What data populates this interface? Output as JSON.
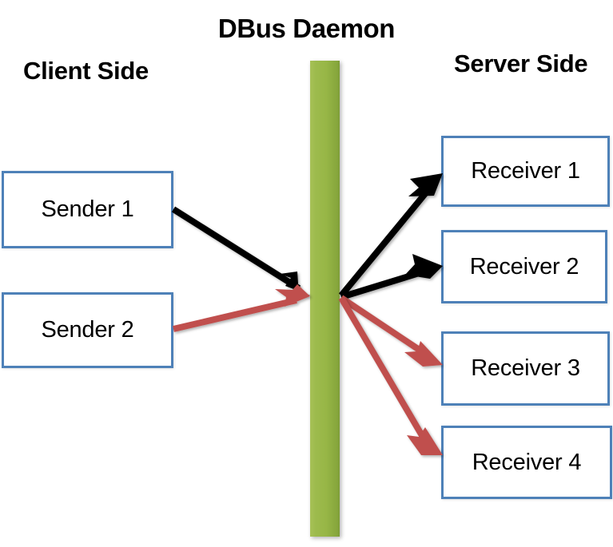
{
  "diagram": {
    "title": "DBus Daemon",
    "side_labels": {
      "client": "Client Side",
      "server": "Server Side"
    },
    "bus": {
      "name": "DBus Daemon",
      "color": "#9bbb4f"
    },
    "colors": {
      "box_border": "#4e81b8",
      "box_fill": "#ffffff",
      "bus_green": "#9bbb4f",
      "arrow_black": "#000000",
      "arrow_red": "#c0504d",
      "text": "#000000",
      "background": "#ffffff"
    },
    "senders": [
      {
        "id": "sender-1",
        "label": "Sender 1"
      },
      {
        "id": "sender-2",
        "label": "Sender 2"
      }
    ],
    "receivers": [
      {
        "id": "receiver-1",
        "label": "Receiver 1"
      },
      {
        "id": "receiver-2",
        "label": "Receiver 2"
      },
      {
        "id": "receiver-3",
        "label": "Receiver 3"
      },
      {
        "id": "receiver-4",
        "label": "Receiver 4"
      }
    ],
    "connections": [
      {
        "id": "sender-1-to-bus",
        "from": "Sender 1",
        "to": "DBus Daemon",
        "color": "#000000"
      },
      {
        "id": "sender-2-to-bus",
        "from": "Sender 2",
        "to": "DBus Daemon",
        "color": "#c0504d"
      },
      {
        "id": "bus-to-receiver-1",
        "from": "DBus Daemon",
        "to": "Receiver 1",
        "color": "#000000"
      },
      {
        "id": "bus-to-receiver-2",
        "from": "DBus Daemon",
        "to": "Receiver 2",
        "color": "#000000"
      },
      {
        "id": "bus-to-receiver-3",
        "from": "DBus Daemon",
        "to": "Receiver 3",
        "color": "#c0504d"
      },
      {
        "id": "bus-to-receiver-4",
        "from": "DBus Daemon",
        "to": "Receiver 4",
        "color": "#c0504d"
      }
    ]
  }
}
